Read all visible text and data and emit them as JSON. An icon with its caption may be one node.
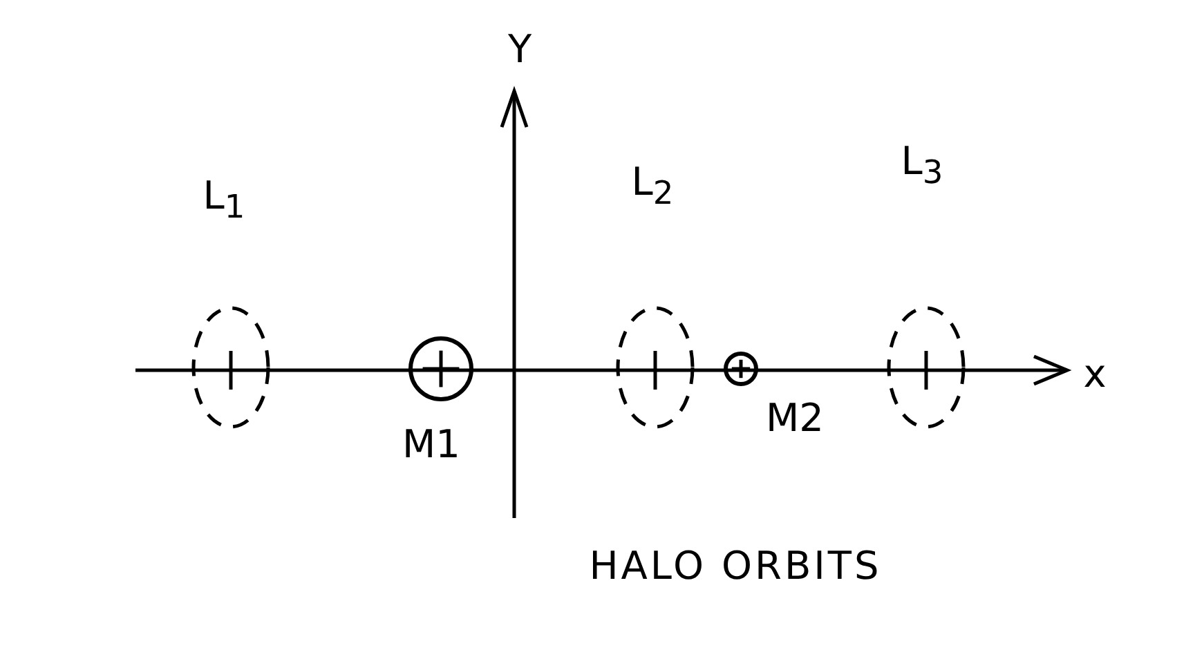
{
  "diagram": {
    "caption": "HALO ORBITS",
    "labels": [
      "Y",
      "L$_{1}$",
      "L$_{2}$",
      "L$_{3}$",
      "x",
      "M1",
      "M2"
    ]
  }
}
